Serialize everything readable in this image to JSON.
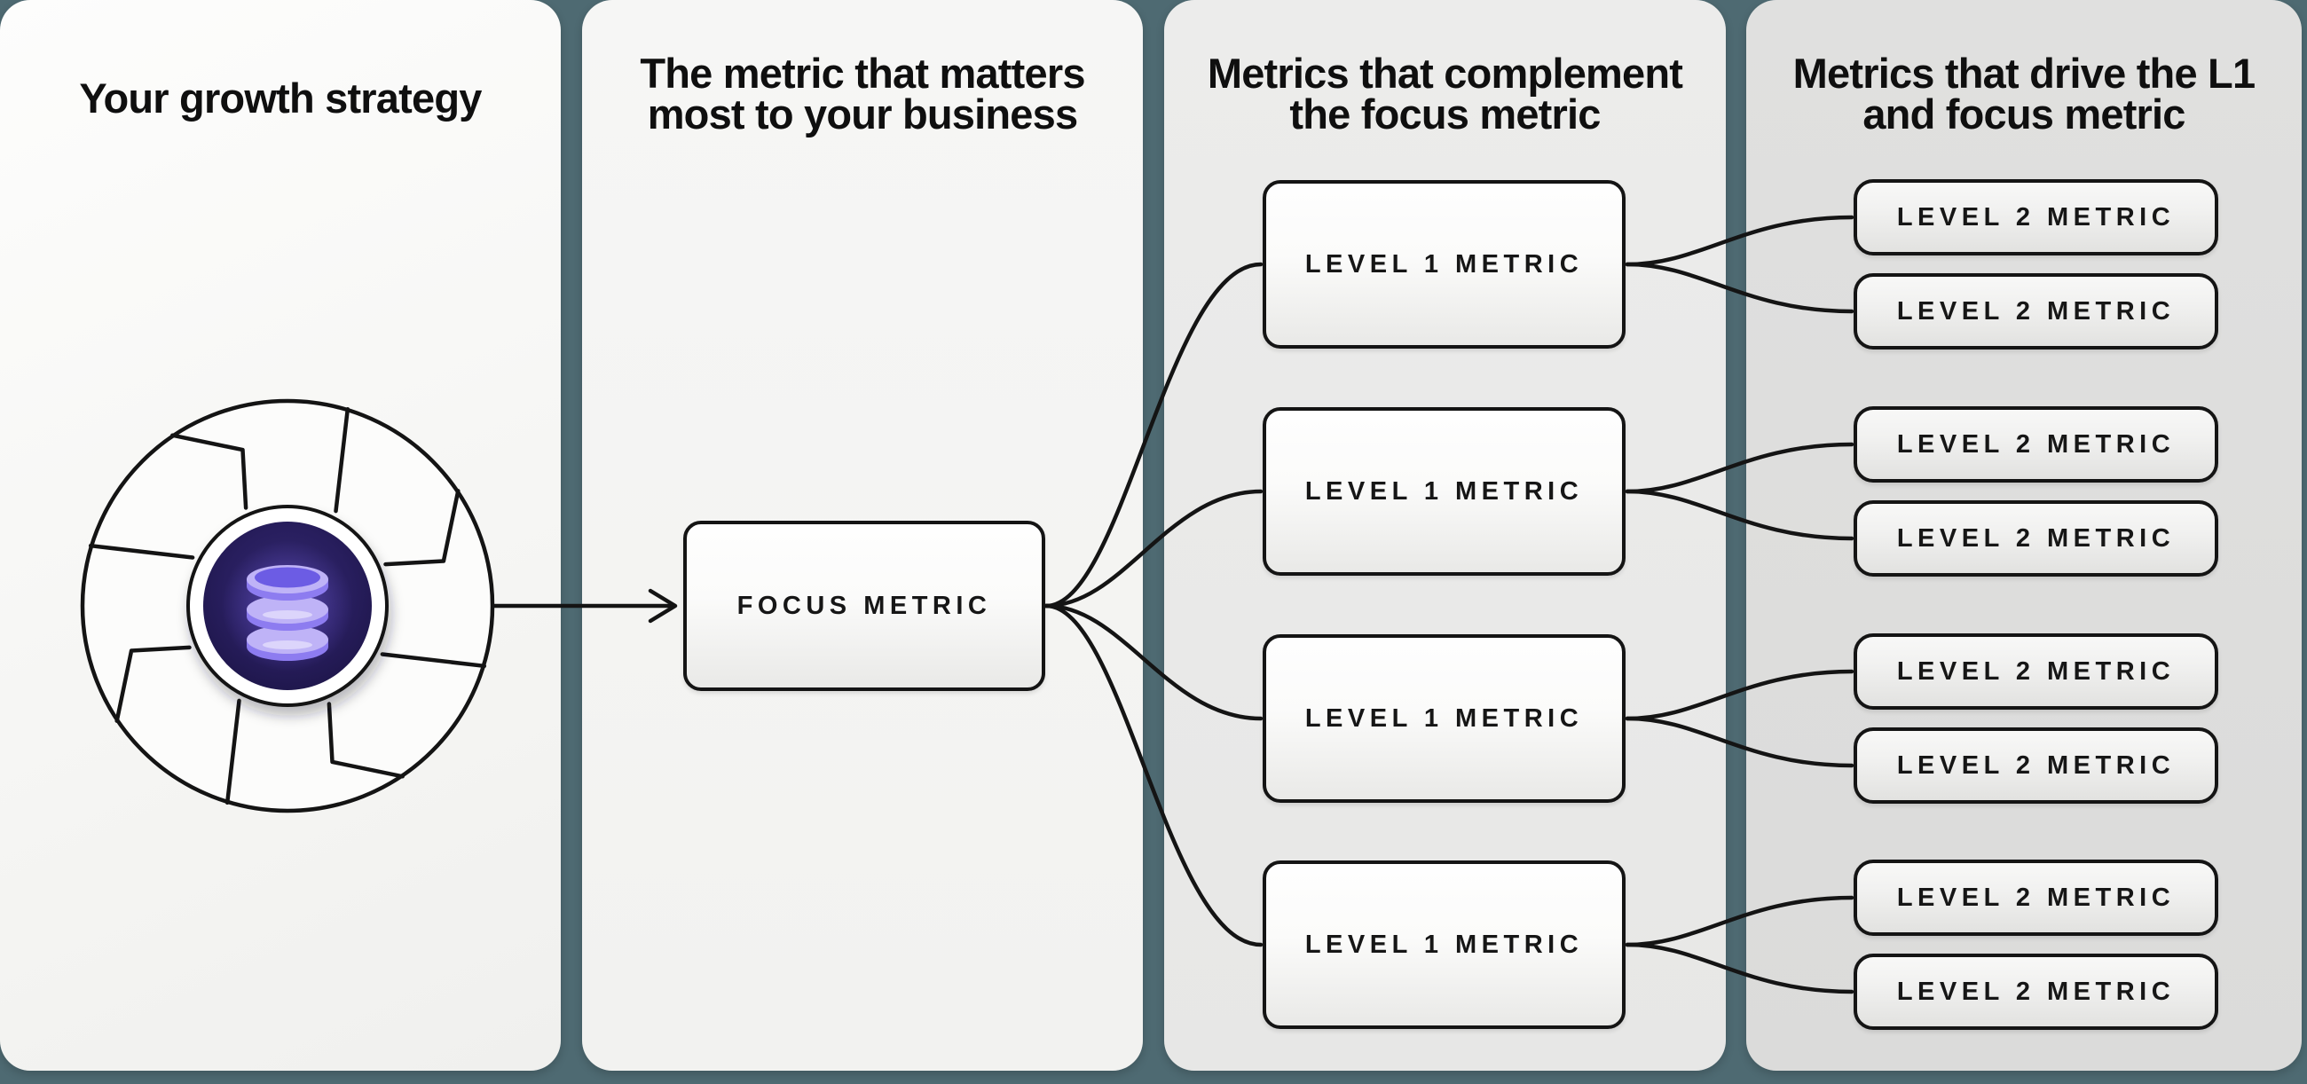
{
  "columns": [
    {
      "id": "strategy",
      "title_lines": [
        "Your growth strategy"
      ]
    },
    {
      "id": "focus",
      "title_lines": [
        "The metric that matters",
        "most to your business"
      ]
    },
    {
      "id": "level1",
      "title_lines": [
        "Metrics that complement",
        "the focus metric"
      ]
    },
    {
      "id": "level2",
      "title_lines": [
        "Metrics that drive the L1",
        "and focus metric"
      ]
    }
  ],
  "nodes": {
    "focus": {
      "label": "FOCUS METRIC"
    },
    "level1": [
      {
        "label": "LEVEL 1 METRIC"
      },
      {
        "label": "LEVEL 1 METRIC"
      },
      {
        "label": "LEVEL 1 METRIC"
      },
      {
        "label": "LEVEL 1 METRIC"
      }
    ],
    "level2": [
      {
        "label": "LEVEL 2 METRIC"
      },
      {
        "label": "LEVEL 2 METRIC"
      },
      {
        "label": "LEVEL 2 METRIC"
      },
      {
        "label": "LEVEL 2 METRIC"
      },
      {
        "label": "LEVEL 2 METRIC"
      },
      {
        "label": "LEVEL 2 METRIC"
      },
      {
        "label": "LEVEL 2 METRIC"
      },
      {
        "label": "LEVEL 2 METRIC"
      }
    ]
  },
  "icons": {
    "flywheel": "flywheel-icon",
    "database": "database-icon",
    "arrow": "arrow-right-icon"
  },
  "colors": {
    "background_teal": "#4e6a72",
    "panel_light": "#f6f6f4",
    "panel_mid": "#e9e9e8",
    "panel_dark": "#dddddc",
    "line_black": "#141414",
    "disk_indigo": "#281e5e",
    "db_purple_light": "#bfb3f7",
    "db_purple_mid": "#8d7cf0",
    "db_purple_dark": "#6c5ce4"
  }
}
